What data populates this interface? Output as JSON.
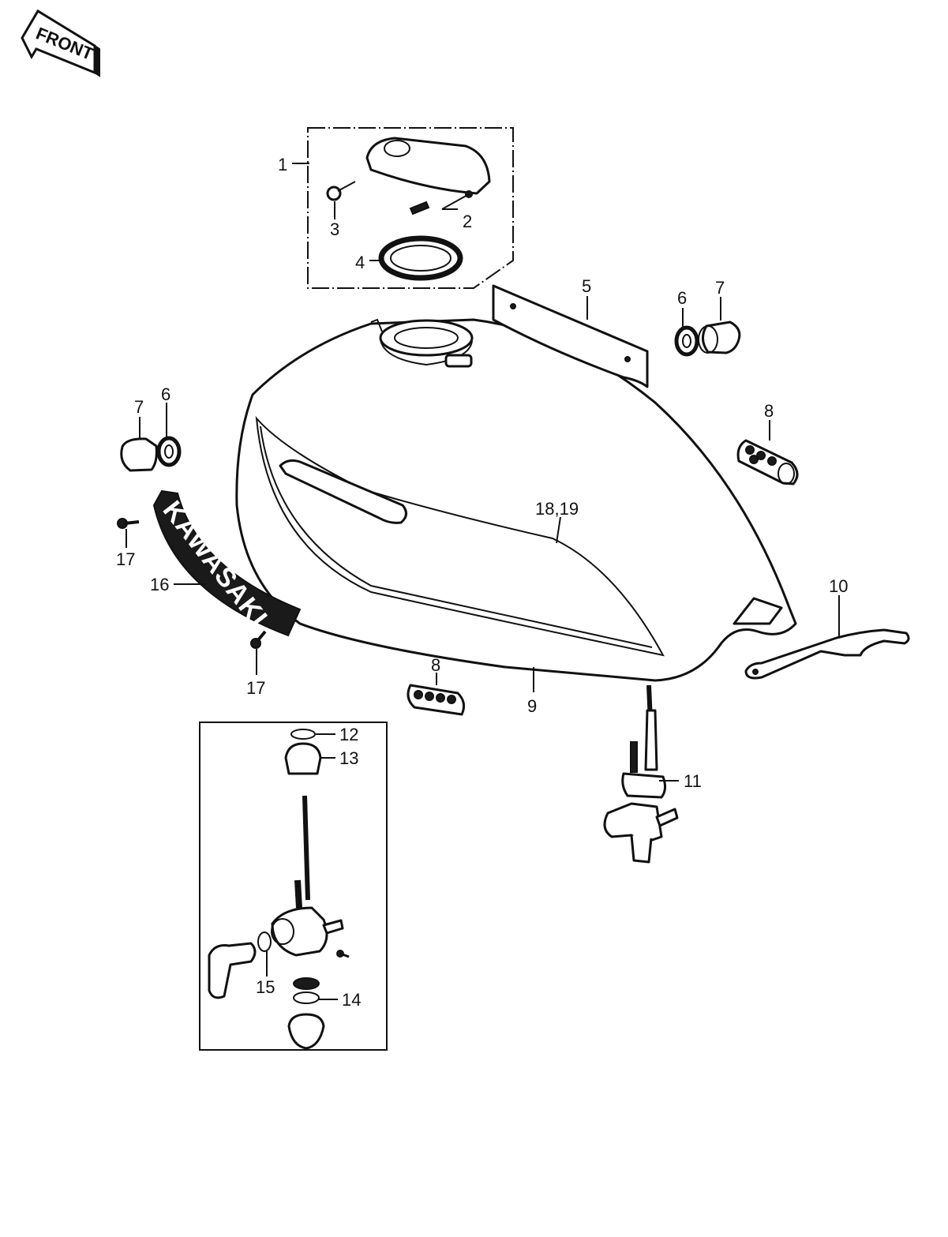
{
  "front_badge": "FRONT",
  "decal_text": "KAWASAKI",
  "callouts": {
    "c1": "1",
    "c2": "2",
    "c3": "3",
    "c4": "4",
    "c5": "5",
    "c6a": "6",
    "c6b": "6",
    "c7a": "7",
    "c7b": "7",
    "c8a": "8",
    "c8b": "8",
    "c9": "9",
    "c10": "10",
    "c11": "11",
    "c12": "12",
    "c13": "13",
    "c14": "14",
    "c15": "15",
    "c16": "16",
    "c17a": "17",
    "c17b": "17",
    "c18": "18,19"
  }
}
